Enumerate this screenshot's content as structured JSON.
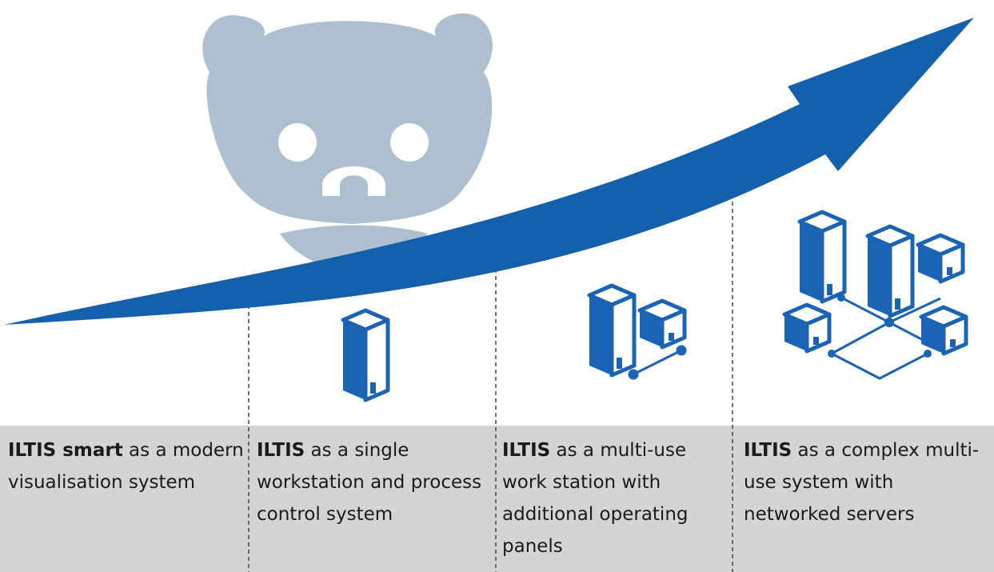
{
  "colors": {
    "arrow": "#1560ad",
    "server_icon": "#1a63b5",
    "mascot": "#aebfd0",
    "band": "#d3d4d6"
  },
  "icons": [
    "bear-mascot-icon",
    "growth-arrow-icon",
    "server-icon",
    "network-icon"
  ],
  "stages": [
    {
      "bold": "ILTIS smart",
      "text": " as a modern visualisation system"
    },
    {
      "bold": "ILTIS",
      "text": " as a single workstation and process control system"
    },
    {
      "bold": "ILTIS",
      "text": " as a multi-use work station with additional operating panels"
    },
    {
      "bold": "ILTIS",
      "text": " as a complex multi-use system with networked servers"
    }
  ]
}
